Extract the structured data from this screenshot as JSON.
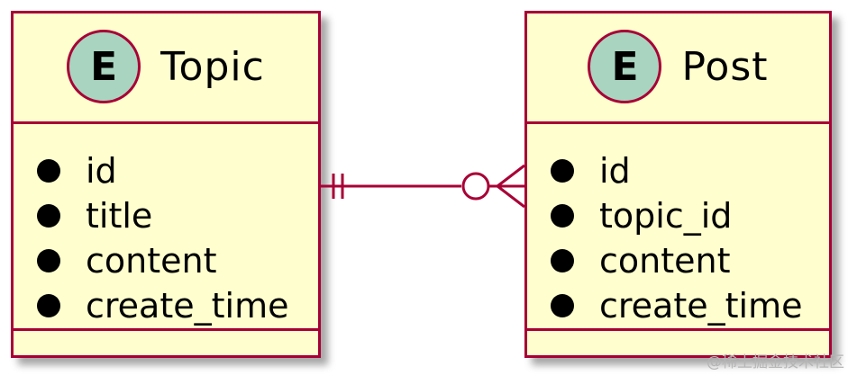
{
  "colors": {
    "entity_fill": "#fefece",
    "entity_border": "#a80036",
    "badge_fill": "#a9d5c0",
    "text": "#000000"
  },
  "entities": [
    {
      "badge": "E",
      "name": "Topic",
      "attributes": [
        "id",
        "title",
        "content",
        "create_time"
      ]
    },
    {
      "badge": "E",
      "name": "Post",
      "attributes": [
        "id",
        "topic_id",
        "content",
        "create_time"
      ]
    }
  ],
  "relationship": {
    "from": "Topic",
    "to": "Post",
    "from_cardinality": "exactly-one",
    "to_cardinality": "zero-or-many"
  },
  "watermark": "@稀土掘金技术社区"
}
